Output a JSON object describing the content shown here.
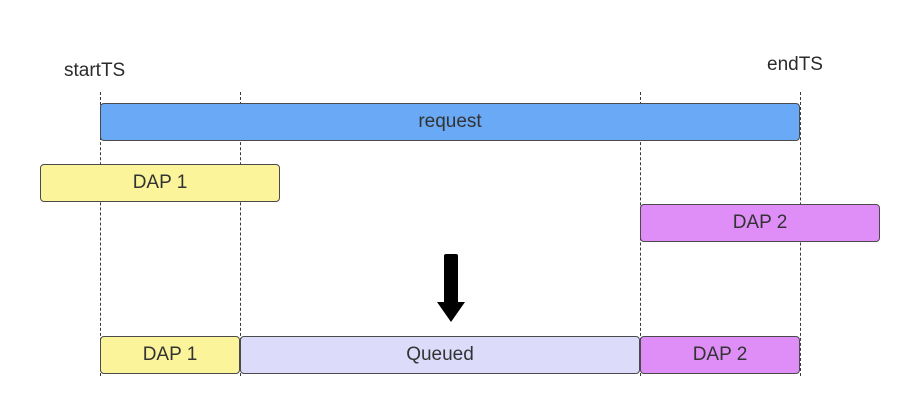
{
  "labels": {
    "start": "startTS",
    "end": "endTS"
  },
  "top_row": {
    "request": "request",
    "dap1": "DAP 1",
    "dap2": "DAP 2"
  },
  "arrow_icon": "down-arrow-icon",
  "result_row": {
    "dap1": "DAP 1",
    "queued": "Queued",
    "dap2": "DAP 2"
  },
  "colors": {
    "request": "#6aa9f5",
    "dap1": "#fbf49a",
    "dap2": "#df8ef7",
    "queued": "#dcdcfa"
  }
}
